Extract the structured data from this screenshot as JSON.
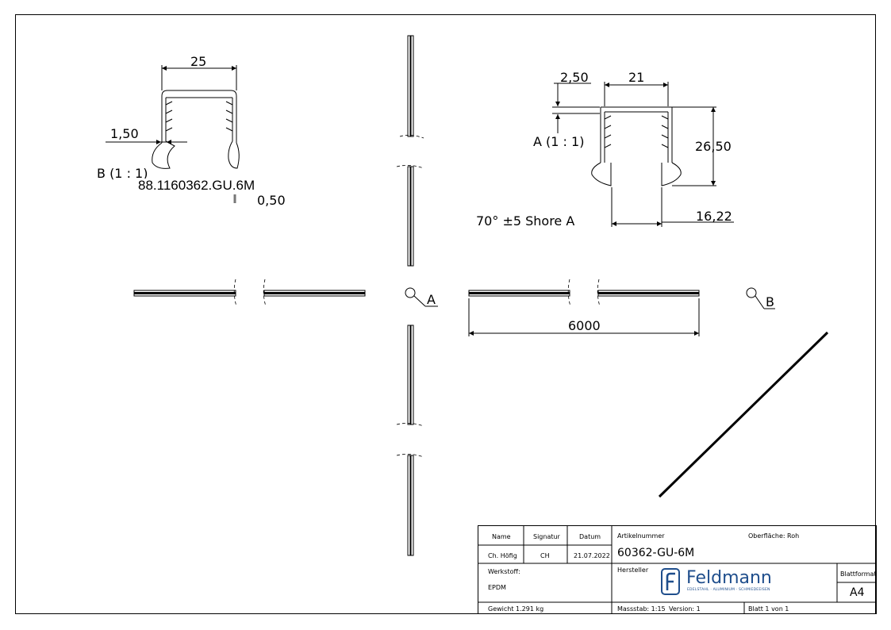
{
  "part_number": "88.1160362.GU.6M",
  "detail_views": {
    "b_label": "B (1 : 1)",
    "a_label": "A (1 : 1)",
    "b_dims": {
      "width": "25",
      "lip": "1,50",
      "wall": "0,50"
    },
    "a_dims": {
      "offset": "2,50",
      "inner": "21",
      "height": "26,50",
      "base": "16,22"
    },
    "hardness": "70° ±5 Shore A"
  },
  "main_view": {
    "length": "6000",
    "marker_a": "A",
    "marker_b": "B"
  },
  "title_block": {
    "h_name": "Name",
    "h_signatur": "Signatur",
    "h_datum": "Datum",
    "name": "Ch. Höfig",
    "signatur": "CH",
    "datum": "21.07.2022",
    "artikel_label": "Artikelnummer",
    "artikel": "60362-GU-6M",
    "oberflaeche_label": "Oberfläche:",
    "oberflaeche": "Roh",
    "werkstoff_label": "Werkstoff:",
    "werkstoff": "EPDM",
    "hersteller_label": "Hersteller",
    "blattformat_label": "Blattformat",
    "blattformat": "A4",
    "gewicht": "Gewicht 1.291 kg",
    "massstab": "Massstab: 1:15",
    "version": "Version: 1",
    "blatt": "Blatt 1 von 1",
    "logo_name": "Feldmann",
    "logo_tagline": "EDELSTAHL · ALUMINIUM · SCHMIEDEEISEN",
    "brand_color": "#1f4e8c"
  }
}
